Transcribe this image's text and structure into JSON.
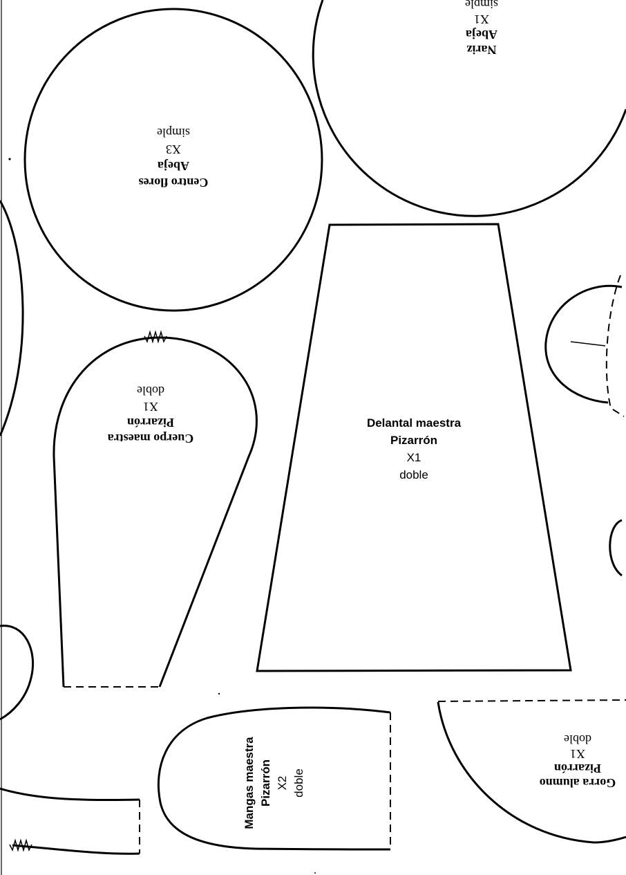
{
  "pieces": {
    "nariz": {
      "name": "Nariz",
      "subject": "Abeja",
      "quantity": "X1",
      "fabric": "simple"
    },
    "centro_flores": {
      "name": "Centro flores",
      "subject": "Abeja",
      "quantity": "X3",
      "fabric": "simple"
    },
    "cuerpo_maestra": {
      "name": "Cuerpo maestra",
      "subject": "Pizarrón",
      "quantity": "X1",
      "fabric": "doble"
    },
    "delantal_maestra": {
      "name": "Delantal maestra",
      "subject": "Pizarrón",
      "quantity": "X1",
      "fabric": "doble"
    },
    "mangas_maestra": {
      "name": "Mangas maestra",
      "subject": "Pizarrón",
      "quantity": "X2",
      "fabric": "doble"
    },
    "gorra_alumno": {
      "name": "Gorra alumno",
      "subject": "Pizarrón",
      "quantity": "X1",
      "fabric": "doble"
    }
  }
}
